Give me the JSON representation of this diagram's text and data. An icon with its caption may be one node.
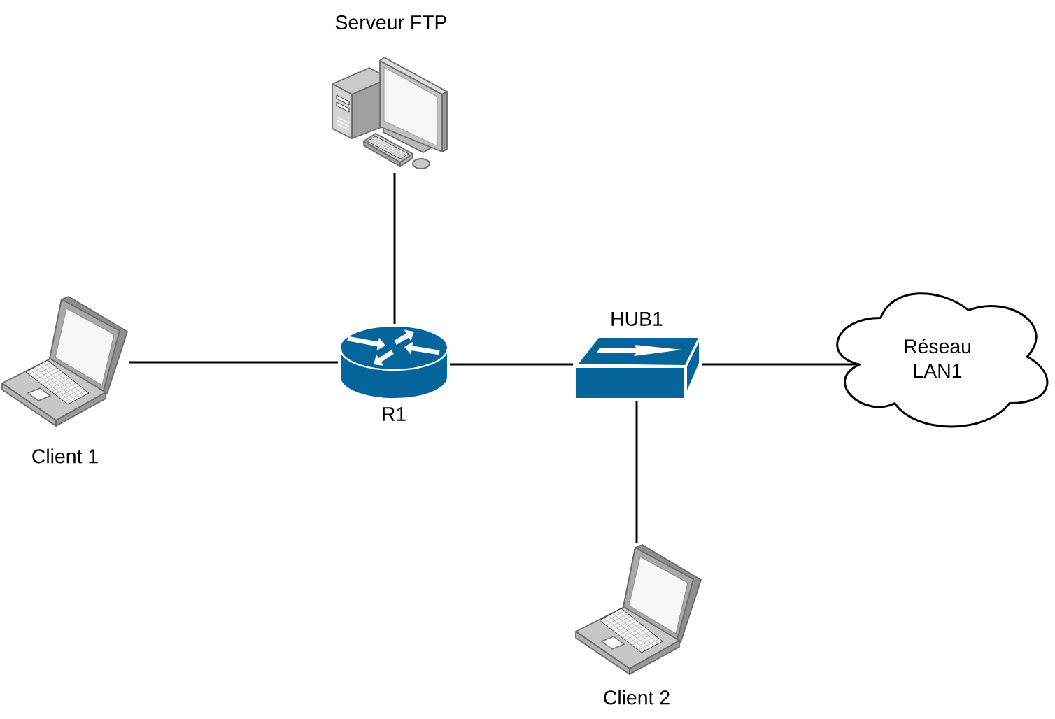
{
  "diagram": {
    "nodes": [
      {
        "text": [
          "Serveur FTP"
        ]
      },
      {
        "text": [
          "Client 1"
        ]
      },
      {
        "text": [
          "R1"
        ]
      },
      {
        "text": [
          "HUB1"
        ]
      },
      {
        "text": [
          "Réseau LAN1"
        ]
      },
      {
        "text": [
          "Client 2"
        ]
      }
    ],
    "edges": [
      {
        "from": 0,
        "to": 2,
        "arrow": "none"
      },
      {
        "from": 1,
        "to": 2,
        "arrow": "none"
      },
      {
        "from": 2,
        "to": 3,
        "arrow": "none"
      },
      {
        "from": 3,
        "to": 4,
        "arrow": "none"
      },
      {
        "from": 3,
        "to": 5,
        "arrow": "none"
      }
    ]
  }
}
